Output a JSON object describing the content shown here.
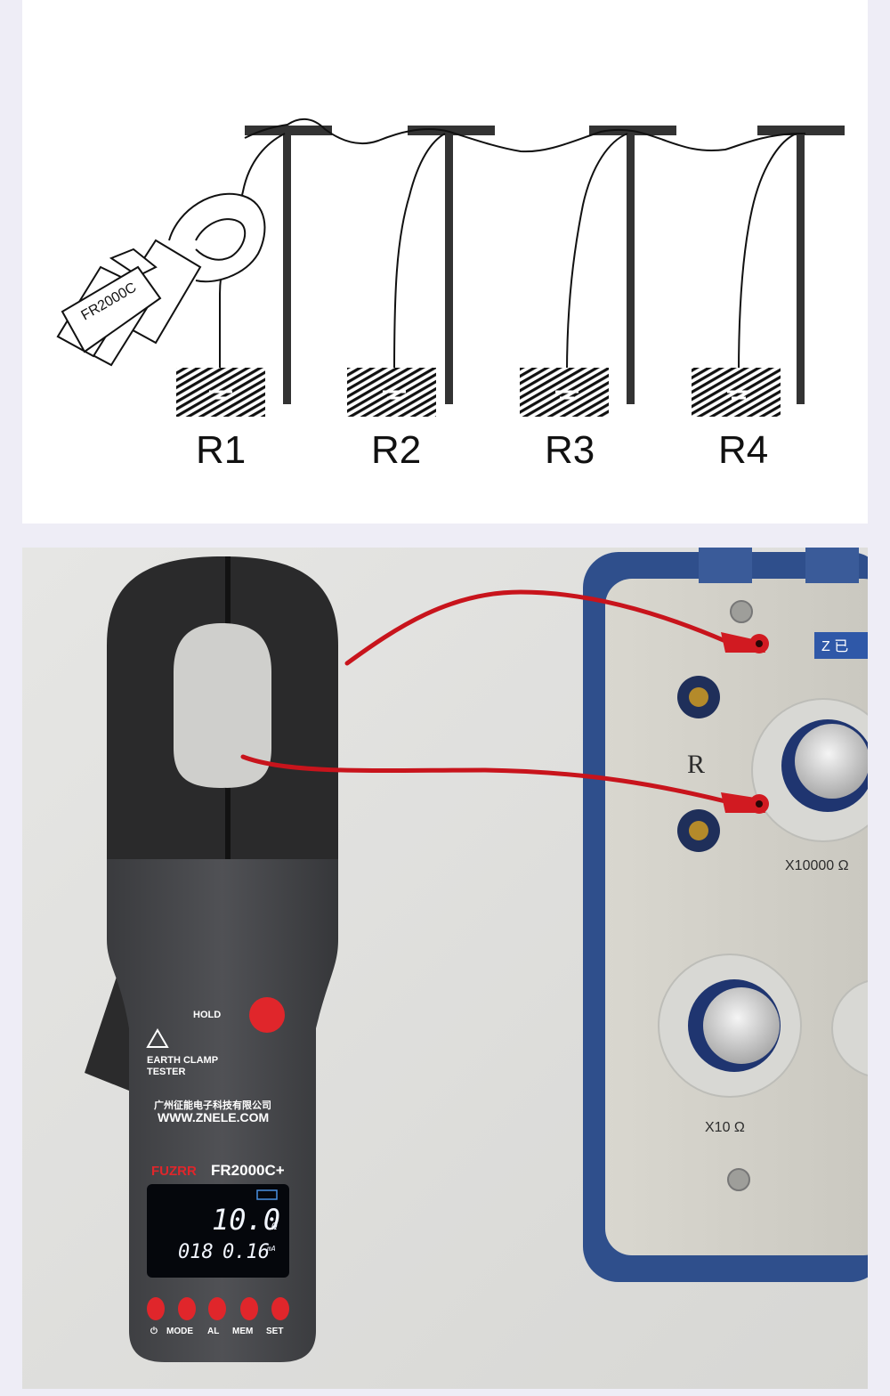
{
  "diagram": {
    "labels": [
      "R1",
      "R2",
      "R3",
      "R4"
    ],
    "clamp_text": "FR2000C"
  },
  "tester": {
    "brand": "FUZRR",
    "model": "FR2000C+",
    "hold_label": "HOLD",
    "product_name_line1": "EARTH CLAMP",
    "product_name_line2": "TESTER",
    "company_chinese": "广州征能电子科技有限公司",
    "website": "WWW.ZNELE.COM",
    "display": {
      "main_value": "10.0",
      "main_unit": "Ω",
      "index": "018",
      "secondary_value": "0.16",
      "secondary_unit": "mA"
    },
    "buttons": [
      "⏻",
      "MODE",
      "AL",
      "MEM",
      "SET"
    ]
  },
  "resistance_box": {
    "terminal_label": "R",
    "dial1_label": "X10000 Ω",
    "dial2_label": "X10 Ω",
    "badge": "Z 已"
  }
}
